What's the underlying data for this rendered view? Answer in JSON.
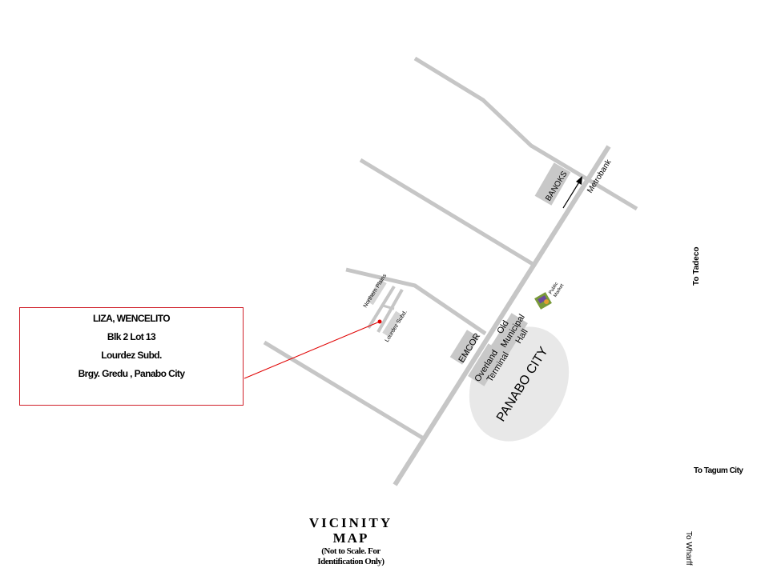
{
  "info_box": {
    "name": "LIZA, WENCELITO",
    "block_lot": "Blk 2  Lot  13",
    "subdivision": "Lourdez Subd.",
    "address": "Brgy. Gredu , Panabo City"
  },
  "labels": {
    "northern_plains": "Northern Plains",
    "lourdez_subd": "Lourdez Subd.",
    "emcor": "EMCOR",
    "overland_1": "Overland",
    "overland_2": "Terminal",
    "old_hall_1": "Old",
    "old_hall_2": "Municipal",
    "old_hall_3": "Hall",
    "panabo_city": "PANABO CITY",
    "public_market_1": "Public",
    "public_market_2": "Market",
    "banoks": "BANOKS",
    "metrobank": "Metrobank",
    "to_tadeco": "To Tadeco",
    "to_tagum": "To Tagum City",
    "to_wharf": "To Wharff"
  },
  "title": {
    "line1": "VICINITY",
    "line2": "MAP",
    "line3": "(Not to Scale. For",
    "line4": "Identification  Only)"
  },
  "colors": {
    "road": "#c6c6c6",
    "city_area": "#e8e8e8",
    "marker": "#e00000",
    "box_border": "#d0202a"
  }
}
